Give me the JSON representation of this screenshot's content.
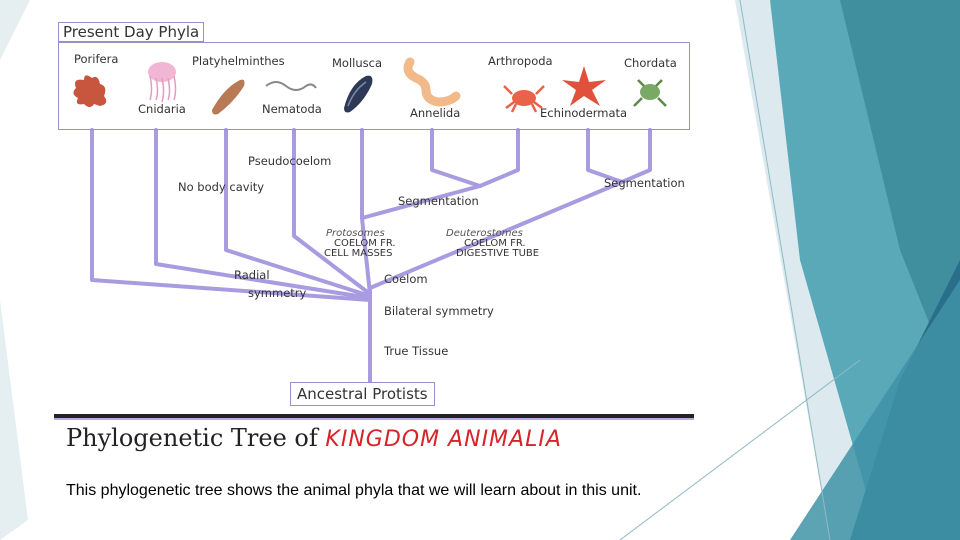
{
  "figure": {
    "present_title": "Present Day Phyla",
    "phyla": [
      "Porifera",
      "Cnidaria",
      "Platyhelminthes",
      "Nematoda",
      "Mollusca",
      "Annelida",
      "Arthropoda",
      "Echinodermata",
      "Chordata"
    ],
    "nodes": {
      "pseudocoelom": "Pseudocoelom",
      "no_body_cavity": "No body cavity",
      "segmentation_left": "Segmentation",
      "segmentation_right": "Segmentation",
      "protostomes": "Protosomes",
      "protostome_detail_1": "COELOM FR.",
      "protostome_detail_2": "CELL MASSES",
      "deuterostomes": "Deuterostomes",
      "deuterostome_detail_1": "COELOM FR.",
      "deuterostome_detail_2": "DIGESTIVE TUBE",
      "radial_1": "Radial",
      "radial_2": "symmetry",
      "coelom": "Coelom",
      "bilateral": "Bilateral symmetry",
      "true_tissue": "True Tissue"
    },
    "ancestor": "Ancestral Protists",
    "title_main": "Phylogenetic Tree of",
    "title_emph": "KINGDOM ANIMALIA"
  },
  "caption": "This phylogenetic tree shows the animal phyla that we will learn about in this unit.",
  "colors": {
    "branch": "#a99be0",
    "accent_teal": "#2f8f9d",
    "accent_dark": "#2a6f8a",
    "title_red": "#d8232a"
  }
}
